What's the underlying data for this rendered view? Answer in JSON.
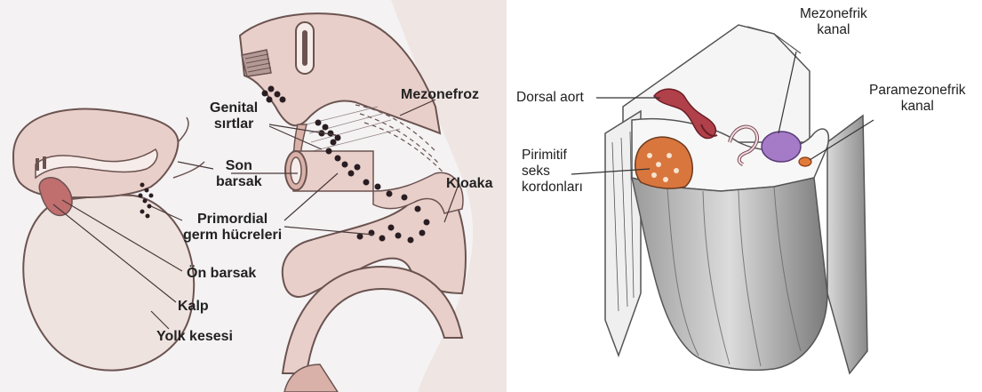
{
  "left_panel": {
    "labels": {
      "genital_line1": "Genital",
      "genital_line2": "sırtlar",
      "mezonefroz": "Mezonefroz",
      "son_line1": "Son",
      "son_line2": "barsak",
      "kloaka": "Kloaka",
      "primordial_line1": "Primordial",
      "primordial_line2": "germ hücreleri",
      "on_barsak": "Ön barsak",
      "kalp": "Kalp",
      "yolk_kesesi": "Yolk kesesi"
    }
  },
  "right_panel": {
    "labels": {
      "mezonefrik_line1": "Mezonefrik",
      "mezonefrik_line2": "kanal",
      "dorsal_aort": "Dorsal aort",
      "paramezonefrik_line1": "Paramezonefrik",
      "paramezonefrik_line2": "kanal",
      "pirimitif_line1": "Pirimitif",
      "pirimitif_line2": "seks",
      "pirimitif_line3": "kordonları"
    }
  },
  "colors": {
    "tissue": "#e8cfca",
    "tissue_dark": "#d9b1a9",
    "outline": "#6b5350",
    "germ_cells": "#2a1d22",
    "heart": "#c06e6e",
    "aorta": "#b0404a",
    "mesonephric_duct": "#a57bc8",
    "paramesonephric_duct": "#e07a3a",
    "sex_cords": "#d9763e"
  }
}
